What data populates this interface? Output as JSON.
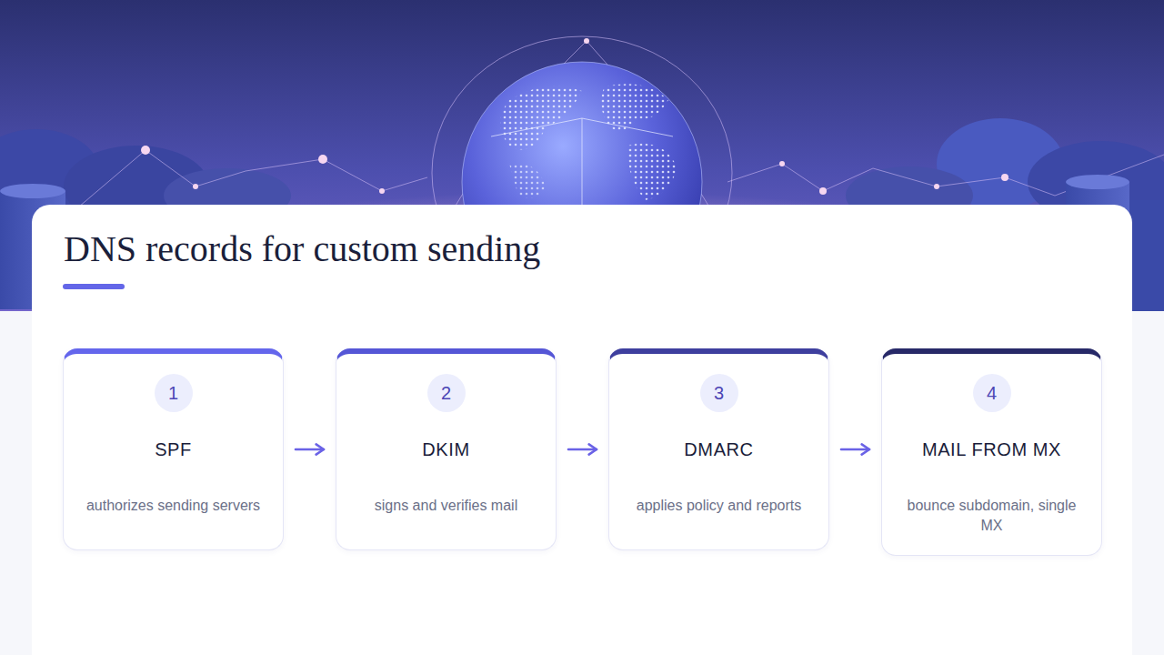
{
  "diagram": {
    "title": "DNS records for custom sending",
    "nodes": [
      {
        "text": [
          "SPF",
          "authorizes sending servers"
        ]
      },
      {
        "text": [
          "1"
        ],
        "in": 0
      },
      {
        "text": [
          "DKIM",
          "signs and verifies mail"
        ]
      },
      {
        "text": [
          "2"
        ],
        "in": 2
      },
      {
        "text": [
          "DMARC",
          "applies policy and reports"
        ]
      },
      {
        "text": [
          "3"
        ],
        "in": 4
      },
      {
        "text": [
          "MAIL FROM MX",
          "bounce subdomain, single MX"
        ]
      },
      {
        "text": [
          "4"
        ],
        "in": 6
      }
    ],
    "edges": [
      {
        "from": 0,
        "to": 2,
        "arrow": "to"
      },
      {
        "from": 2,
        "to": 4,
        "arrow": "to"
      },
      {
        "from": 4,
        "to": 6,
        "arrow": "to"
      }
    ]
  }
}
